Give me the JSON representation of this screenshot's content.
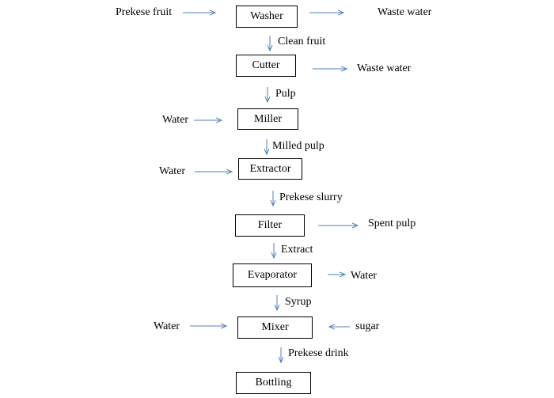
{
  "colors": {
    "arrow": "#4F81BD",
    "box_border": "#000000",
    "text": "#000000"
  },
  "nodes": {
    "washer": "Washer",
    "cutter": "Cutter",
    "miller": "Miller",
    "extractor": "Extractor",
    "filter": "Filter",
    "evaporator": "Evaporator",
    "mixer": "Mixer",
    "bottling": "Bottling"
  },
  "flows": {
    "clean_fruit": "Clean fruit",
    "pulp": "Pulp",
    "milled_pulp": "Milled pulp",
    "prekese_slurry": "Prekese slurry",
    "extract": "Extract",
    "syrup": "Syrup",
    "prekese_drink": "Prekese drink"
  },
  "inputs": {
    "prekese_fruit": "Prekese fruit",
    "water_miller": "Water",
    "water_extractor": "Water",
    "water_mixer": "Water",
    "sugar": "sugar"
  },
  "outputs": {
    "waste_water_washer": "Waste water",
    "waste_water_cutter": "Waste water",
    "spent_pulp": "Spent pulp",
    "water_evaporator": "Water"
  }
}
